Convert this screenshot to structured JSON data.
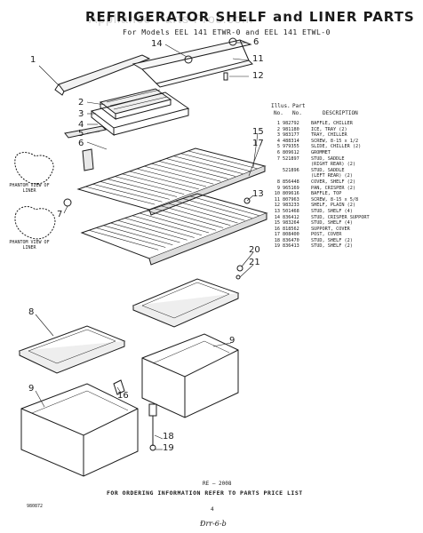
{
  "header": {
    "title": "REFRIGERATOR SHELF and LINER PARTS",
    "subtitle": "For Models EEL 141 ETWR-0 and EEL 141 ETWL-0",
    "watermark": "Appliance Parts Pros.com"
  },
  "table": {
    "head_illus": "Illus.",
    "head_part": "Part",
    "head_no": "No.",
    "head_no2": "No.",
    "head_desc": "DESCRIPTION",
    "rows": [
      {
        "illus": "1",
        "part": "982792",
        "desc": "BAFFLE, CHILLER"
      },
      {
        "illus": "2",
        "part": "981180",
        "desc": "ICE, TRAY (2)"
      },
      {
        "illus": "3",
        "part": "983177",
        "desc": "TRAY, CHILLER"
      },
      {
        "illus": "4",
        "part": "488314",
        "desc": "SCREW, 8-15 x 1/2"
      },
      {
        "illus": "5",
        "part": "979355",
        "desc": "SLIDE, CHILLER (2)"
      },
      {
        "illus": "6",
        "part": "809612",
        "desc": "GROMMET"
      },
      {
        "illus": "7",
        "part": "521897",
        "desc": "STUD, SADDLE"
      },
      {
        "illus": "",
        "part": "",
        "desc": "(RIGHT REAR) (2)"
      },
      {
        "illus": "",
        "part": "521896",
        "desc": "STUD, SADDLE"
      },
      {
        "illus": "",
        "part": "",
        "desc": "(LEFT REAR) (2)"
      },
      {
        "illus": "8",
        "part": "856448",
        "desc": "COVER, SHELF (2)"
      },
      {
        "illus": "9",
        "part": "965169",
        "desc": "PAN, CRISPER (2)"
      },
      {
        "illus": "10",
        "part": "809616",
        "desc": "BAFFLE, TOP"
      },
      {
        "illus": "11",
        "part": "807963",
        "desc": "SCREW, 8-15 x 5/8"
      },
      {
        "illus": "12",
        "part": "983233",
        "desc": "SHELF, PLAIN (2)"
      },
      {
        "illus": "13",
        "part": "501468",
        "desc": "STUD, SHELF (4)"
      },
      {
        "illus": "14",
        "part": "836412",
        "desc": "STUD, CRISPER SUPPORT"
      },
      {
        "illus": "15",
        "part": "983264",
        "desc": "STUD, SHELF (4)"
      },
      {
        "illus": "16",
        "part": "818562",
        "desc": "SUPPORT, COVER"
      },
      {
        "illus": "17",
        "part": "808400",
        "desc": "POST, COVER"
      },
      {
        "illus": "18",
        "part": "836470",
        "desc": "STUD, SHELF (2)"
      },
      {
        "illus": "19",
        "part": "836413",
        "desc": "STUD, SHELF (2)"
      }
    ]
  },
  "callouts": [
    "1",
    "2",
    "3",
    "4",
    "5",
    "6",
    "7",
    "8",
    "9",
    "11",
    "12",
    "13",
    "14",
    "15",
    "16",
    "17",
    "18",
    "19",
    "20",
    "21"
  ],
  "phantom_label_1": "PHANTOM VIEW OF LINER",
  "phantom_label_2": "PHANTOM VIEW OF LINER",
  "footer": {
    "code": "RE — 2008",
    "note": "FOR ORDERING INFORMATION REFER TO PARTS PRICE LIST",
    "docno": "980872",
    "page": "4",
    "signature": "Ðrr-6-b"
  }
}
